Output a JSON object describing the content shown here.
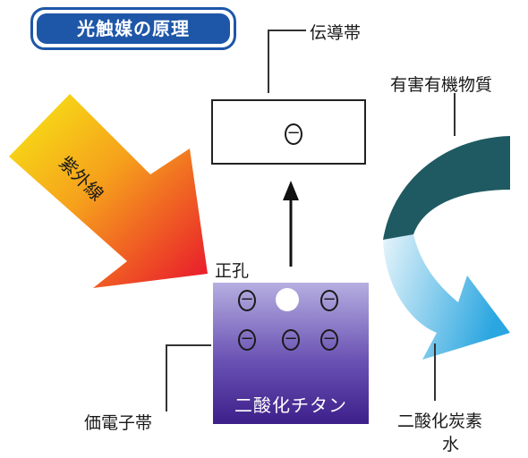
{
  "title": "光触媒の原理",
  "labels": {
    "conduction_band": "伝導帯",
    "uv_light": "紫外線",
    "hole": "正孔",
    "valence_band": "価電子帯",
    "material": "二酸化チタン",
    "organic_matter": "有害有機物質",
    "products_line1": "二酸化炭素",
    "products_line2": "水"
  },
  "symbols": {
    "electron": "−"
  },
  "colors": {
    "title_blue": "#1e56a8",
    "uv_yellow": "#f5e21a",
    "uv_red": "#e8142c",
    "organic_teal": "#1f5a62",
    "product_blue": "#2aa6e0",
    "titanium_purple": "#4a2c96"
  }
}
